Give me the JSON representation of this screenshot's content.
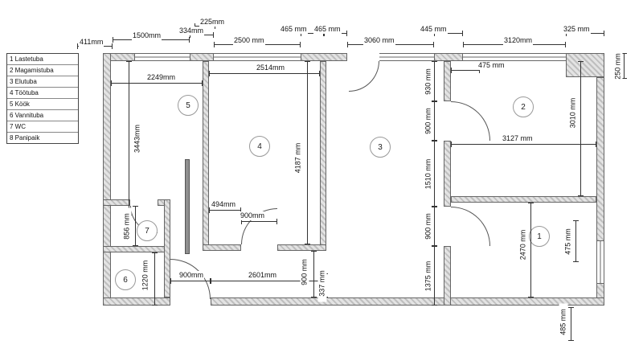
{
  "legend": {
    "items": [
      {
        "label": "1 Lastetuba"
      },
      {
        "label": "2 Magamistuba"
      },
      {
        "label": "3 Elutuba"
      },
      {
        "label": "4 Töötuba"
      },
      {
        "label": "5 Köök"
      },
      {
        "label": "6 Vannituba"
      },
      {
        "label": "7 WC"
      },
      {
        "label": "8 Panipaik"
      }
    ]
  },
  "rooms": {
    "r1": "1",
    "r2": "2",
    "r3": "3",
    "r4": "4",
    "r5": "5",
    "r6": "6",
    "r7": "7"
  },
  "dims": {
    "d411": "411mm",
    "d1500": "1500mm",
    "d334": "334mm",
    "d225": "225mm",
    "d2500": "2500 mm",
    "d465a": "465 mm",
    "d465b": "465 mm",
    "d3060": "3060 mm",
    "d445": "445 mm",
    "d3120": "3120mm",
    "d325": "325 mm",
    "d250": "250 mm",
    "d2249": "2249mm",
    "d2514": "2514mm",
    "d475top": "475 mm",
    "d3127": "3127 mm",
    "d930": "930 mm",
    "d900a": "900 mm",
    "d1510": "1510 mm",
    "d900b": "900 mm",
    "d1375": "1375 mm",
    "d3010": "3010 mm",
    "d2470": "2470 mm",
    "d475r": "475 mm",
    "d485": "485 mm",
    "d3443": "3443mm",
    "d4187": "4187 mm",
    "d494": "494mm",
    "d900door4": "900mm",
    "d856": "856 mm",
    "d1220": "1220 mm",
    "d900entry": "900mm",
    "d2601": "2601mm",
    "d900corr": "900 mm",
    "d337": "337 mm"
  }
}
